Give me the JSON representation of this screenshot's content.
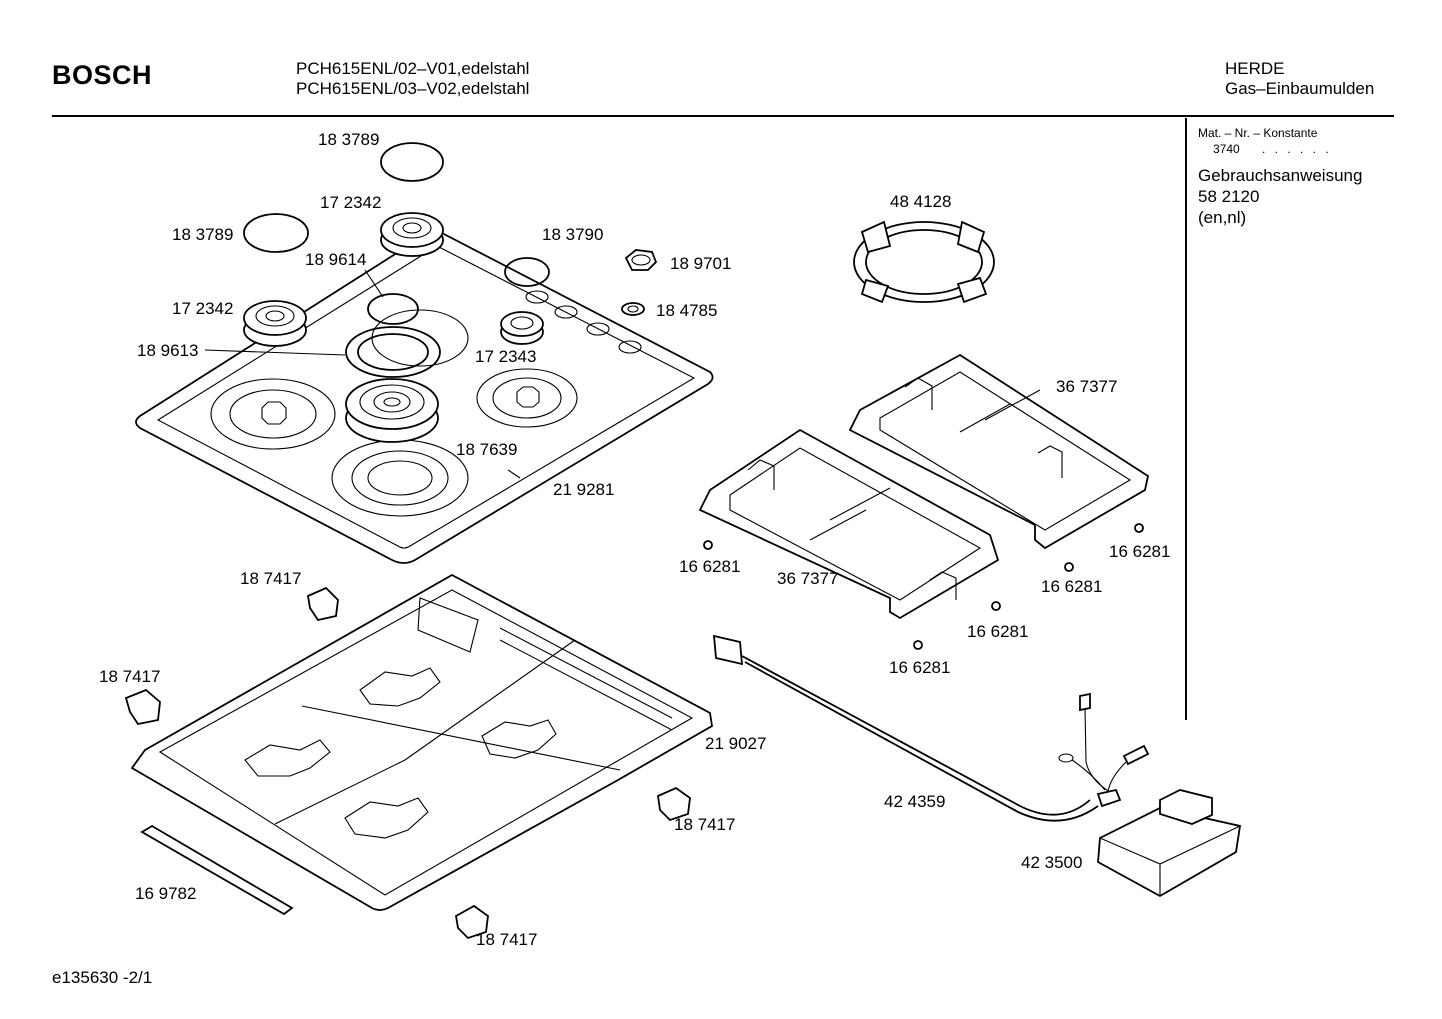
{
  "header": {
    "brand": "BOSCH",
    "model_lines": [
      "PCH615ENL/02–V01,edelstahl",
      "PCH615ENL/03–V02,edelstahl"
    ],
    "category_lines": [
      "HERDE",
      "Gas–Einbaumulden"
    ]
  },
  "sidebar": {
    "mat_label": "Mat. – Nr. – Konstante",
    "mat_value": "3740",
    "mat_dots": ". . . . . .",
    "docs": [
      "Gebrauchsanweisung",
      "58 2120",
      "(en,nl)"
    ]
  },
  "footer": {
    "doc_id": "e135630 -2/1"
  },
  "parts": {
    "p183789_top": "18 3789",
    "p172342_top": "17 2342",
    "p183789_left": "18 3789",
    "p183790": "18 3790",
    "p189614": "18 9614",
    "p189701": "18 9701",
    "p184785": "18 4785",
    "p172342_left": "17 2342",
    "p189613": "18 9613",
    "p172343": "17 2343",
    "p187639": "18 7639",
    "p219281": "21 9281",
    "p484128": "48 4128",
    "p367377_right": "36 7377",
    "p367377_left": "36 7377",
    "p166281_a": "16 6281",
    "p166281_b": "16 6281",
    "p166281_c": "16 6281",
    "p166281_d": "16 6281",
    "p166281_e": "16 6281",
    "p187417_a": "18 7417",
    "p187417_b": "18 7417",
    "p187417_c": "18 7417",
    "p187417_d": "18 7417",
    "p219027": "21 9027",
    "p424359": "42 4359",
    "p423500": "42 3500",
    "p169782": "16 9782"
  }
}
